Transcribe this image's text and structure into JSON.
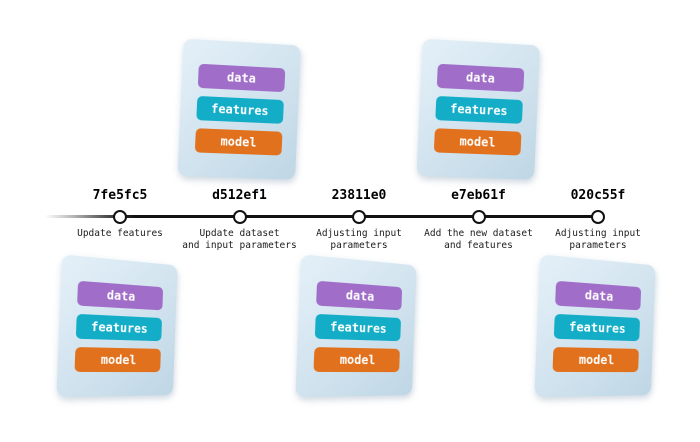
{
  "diagram": {
    "type": "commit-timeline",
    "line_color": "#111111",
    "node_fill": "#ffffff",
    "node_border": "#111111",
    "card_background_from": "#e4f0f8",
    "card_background_to": "#bfd6e5",
    "commits": [
      {
        "hash": "7fe5fc5",
        "description": "Update features",
        "card": "below"
      },
      {
        "hash": "d512ef1",
        "description": "Update dataset\nand input parameters",
        "card": "above"
      },
      {
        "hash": "23811e0",
        "description": "Adjusting input\nparameters",
        "card": "below"
      },
      {
        "hash": "e7eb61f",
        "description": "Add the new dataset\nand features",
        "card": "above"
      },
      {
        "hash": "020c55f",
        "description": "Adjusting input\nparameters",
        "card": "below"
      }
    ],
    "card_items": [
      {
        "label": "data",
        "color": "#a06ec8"
      },
      {
        "label": "features",
        "color": "#13adc7"
      },
      {
        "label": "model",
        "color": "#e2711d"
      }
    ]
  }
}
